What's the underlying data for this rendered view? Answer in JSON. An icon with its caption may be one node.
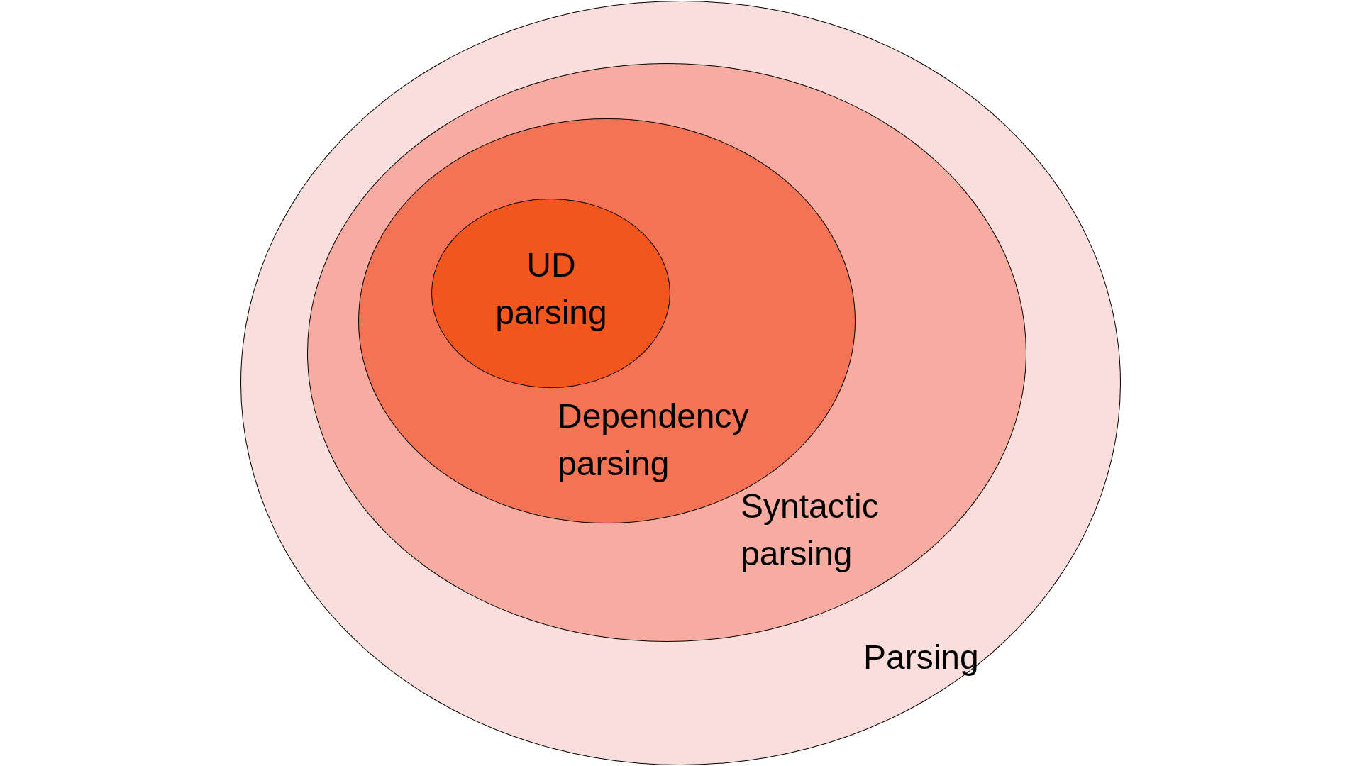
{
  "diagram": {
    "nodes": [
      {
        "text": [
          "Parsing"
        ]
      },
      {
        "text": [
          "Syntactic parsing"
        ],
        "in": 0
      },
      {
        "text": [
          "Dependency parsing"
        ],
        "in": 1
      },
      {
        "text": [
          "UD parsing"
        ],
        "in": 2
      }
    ]
  }
}
